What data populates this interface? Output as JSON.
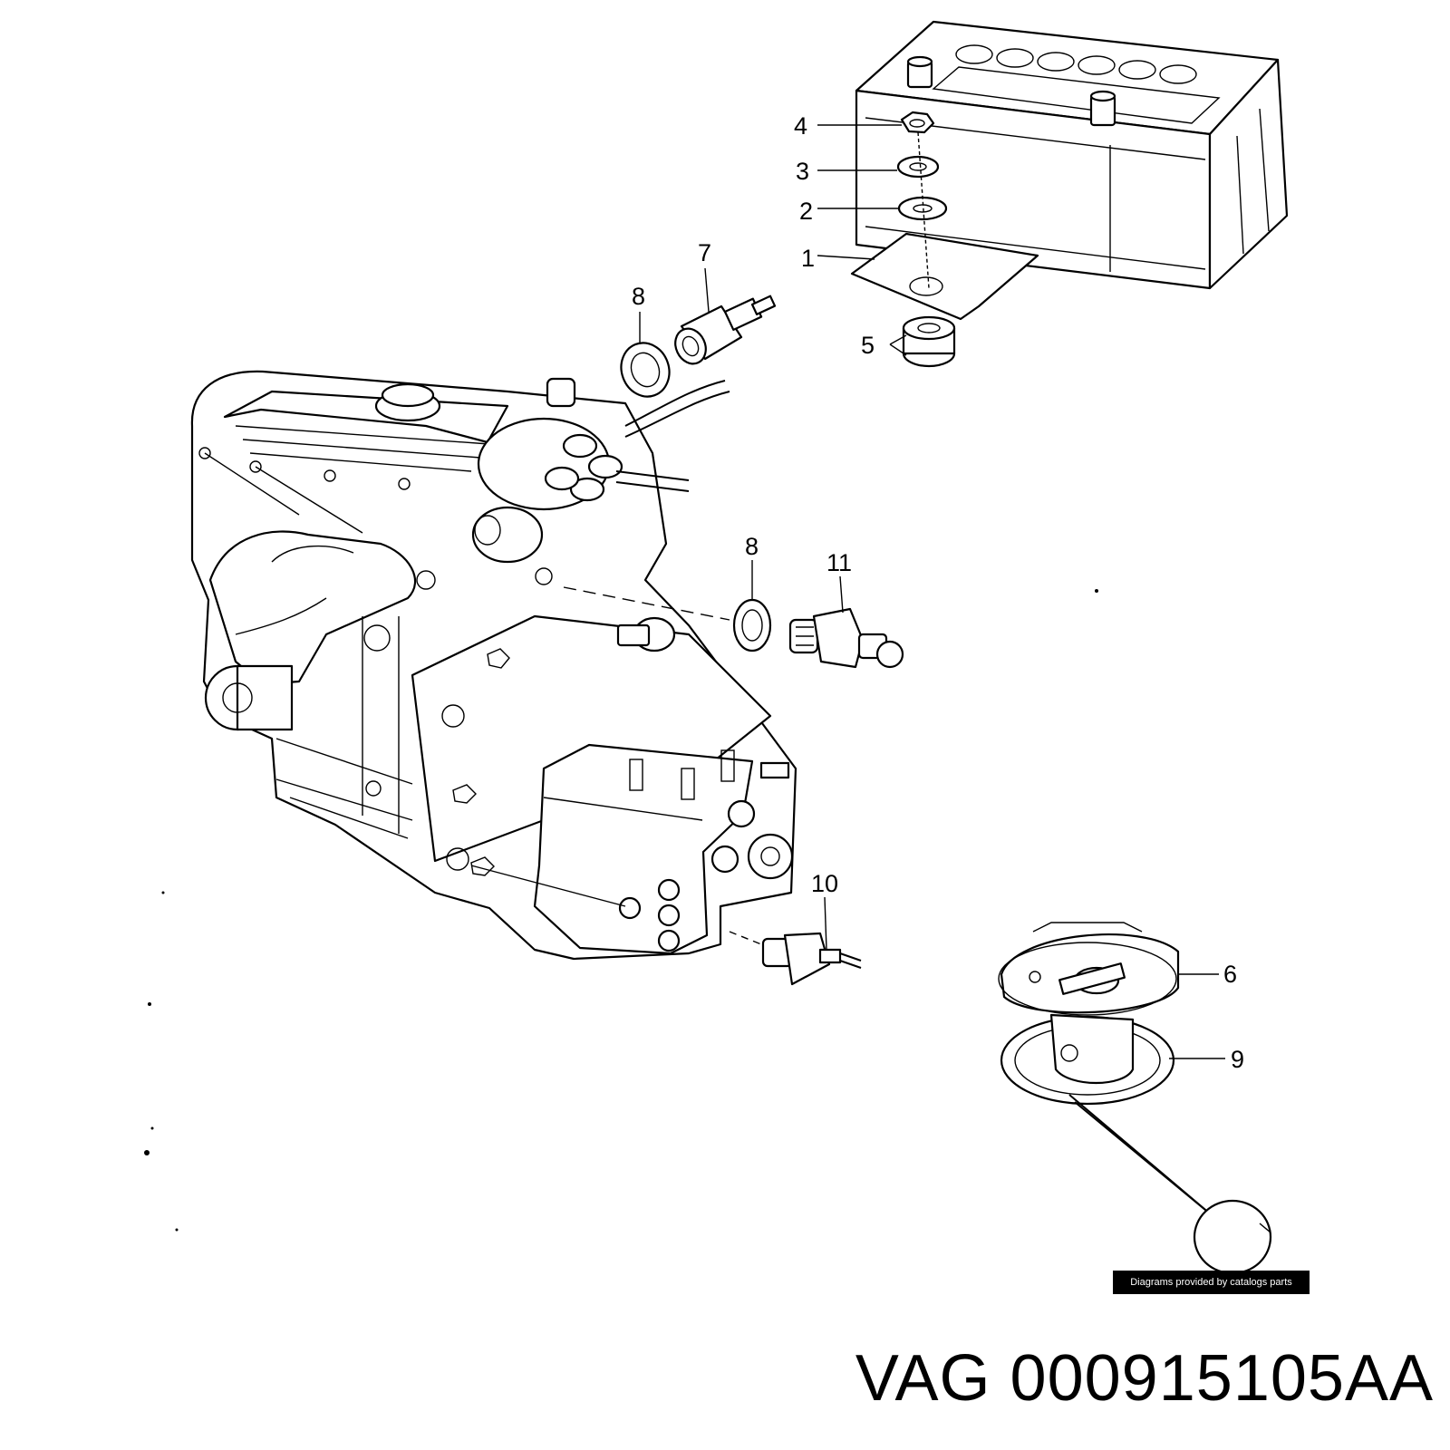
{
  "callouts": {
    "c1": "1",
    "c2": "2",
    "c3": "3",
    "c4": "4",
    "c5": "5",
    "c6": "6",
    "c7": "7",
    "c8a": "8",
    "c8b": "8",
    "c9": "9",
    "c10": "10",
    "c11": "11"
  },
  "credit": "Diagrams provided by catalogs parts",
  "part_number": "VAG 000915105AA",
  "icons": [
    "battery",
    "engine",
    "gearbox",
    "temperature-sensor",
    "fuel-level-sender",
    "washer",
    "nut",
    "rubber-mount"
  ]
}
